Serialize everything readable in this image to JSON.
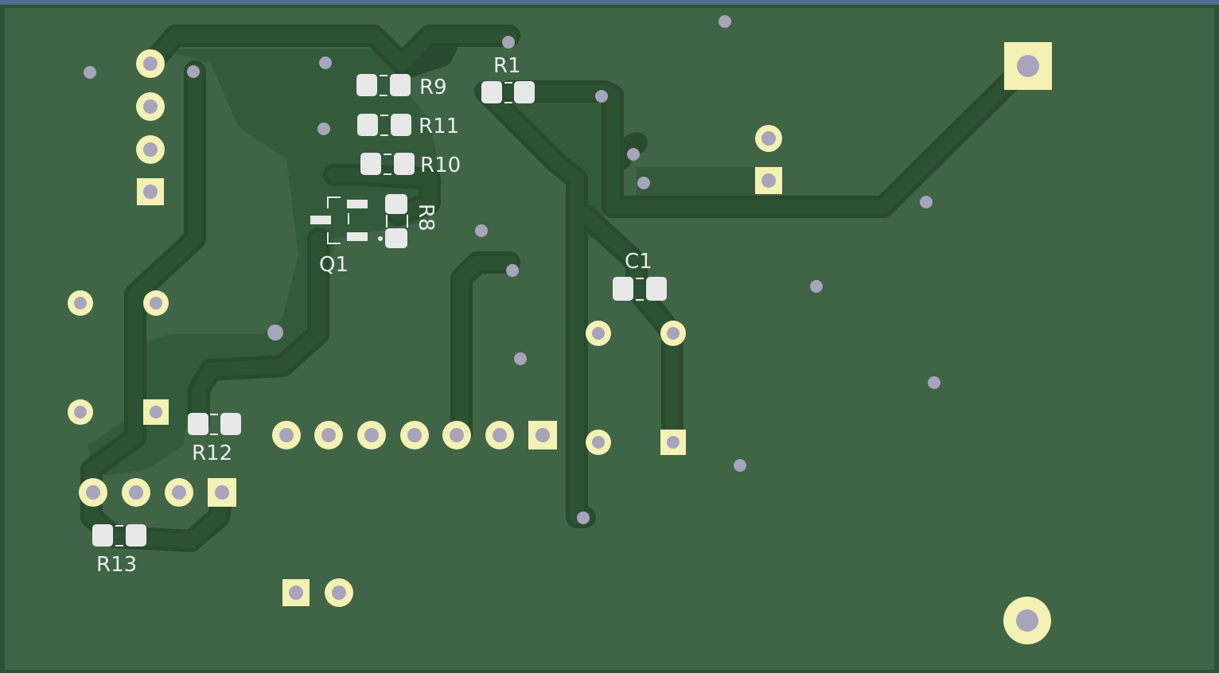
{
  "board": {
    "colors": {
      "board_edge": "#2f4f36",
      "board_fill": "#3f6446",
      "copper_zone": "#335a3b",
      "trace": "#2c5233",
      "trace_clearance": "#2a4a30",
      "pad_ring": "#f3f1b3",
      "pad_hole": "#a7a4bb",
      "via": "#a7a4bb",
      "smd_pad": "#e8e8e8",
      "silkscreen": "#e8ecee",
      "top_stripe": "#4a6f88"
    },
    "references": {
      "r1": "R1",
      "r8": "R8",
      "r9": "R9",
      "r10": "R10",
      "r11": "R11",
      "r12": "R12",
      "r13": "R13",
      "q1": "Q1",
      "c1": "C1"
    }
  }
}
